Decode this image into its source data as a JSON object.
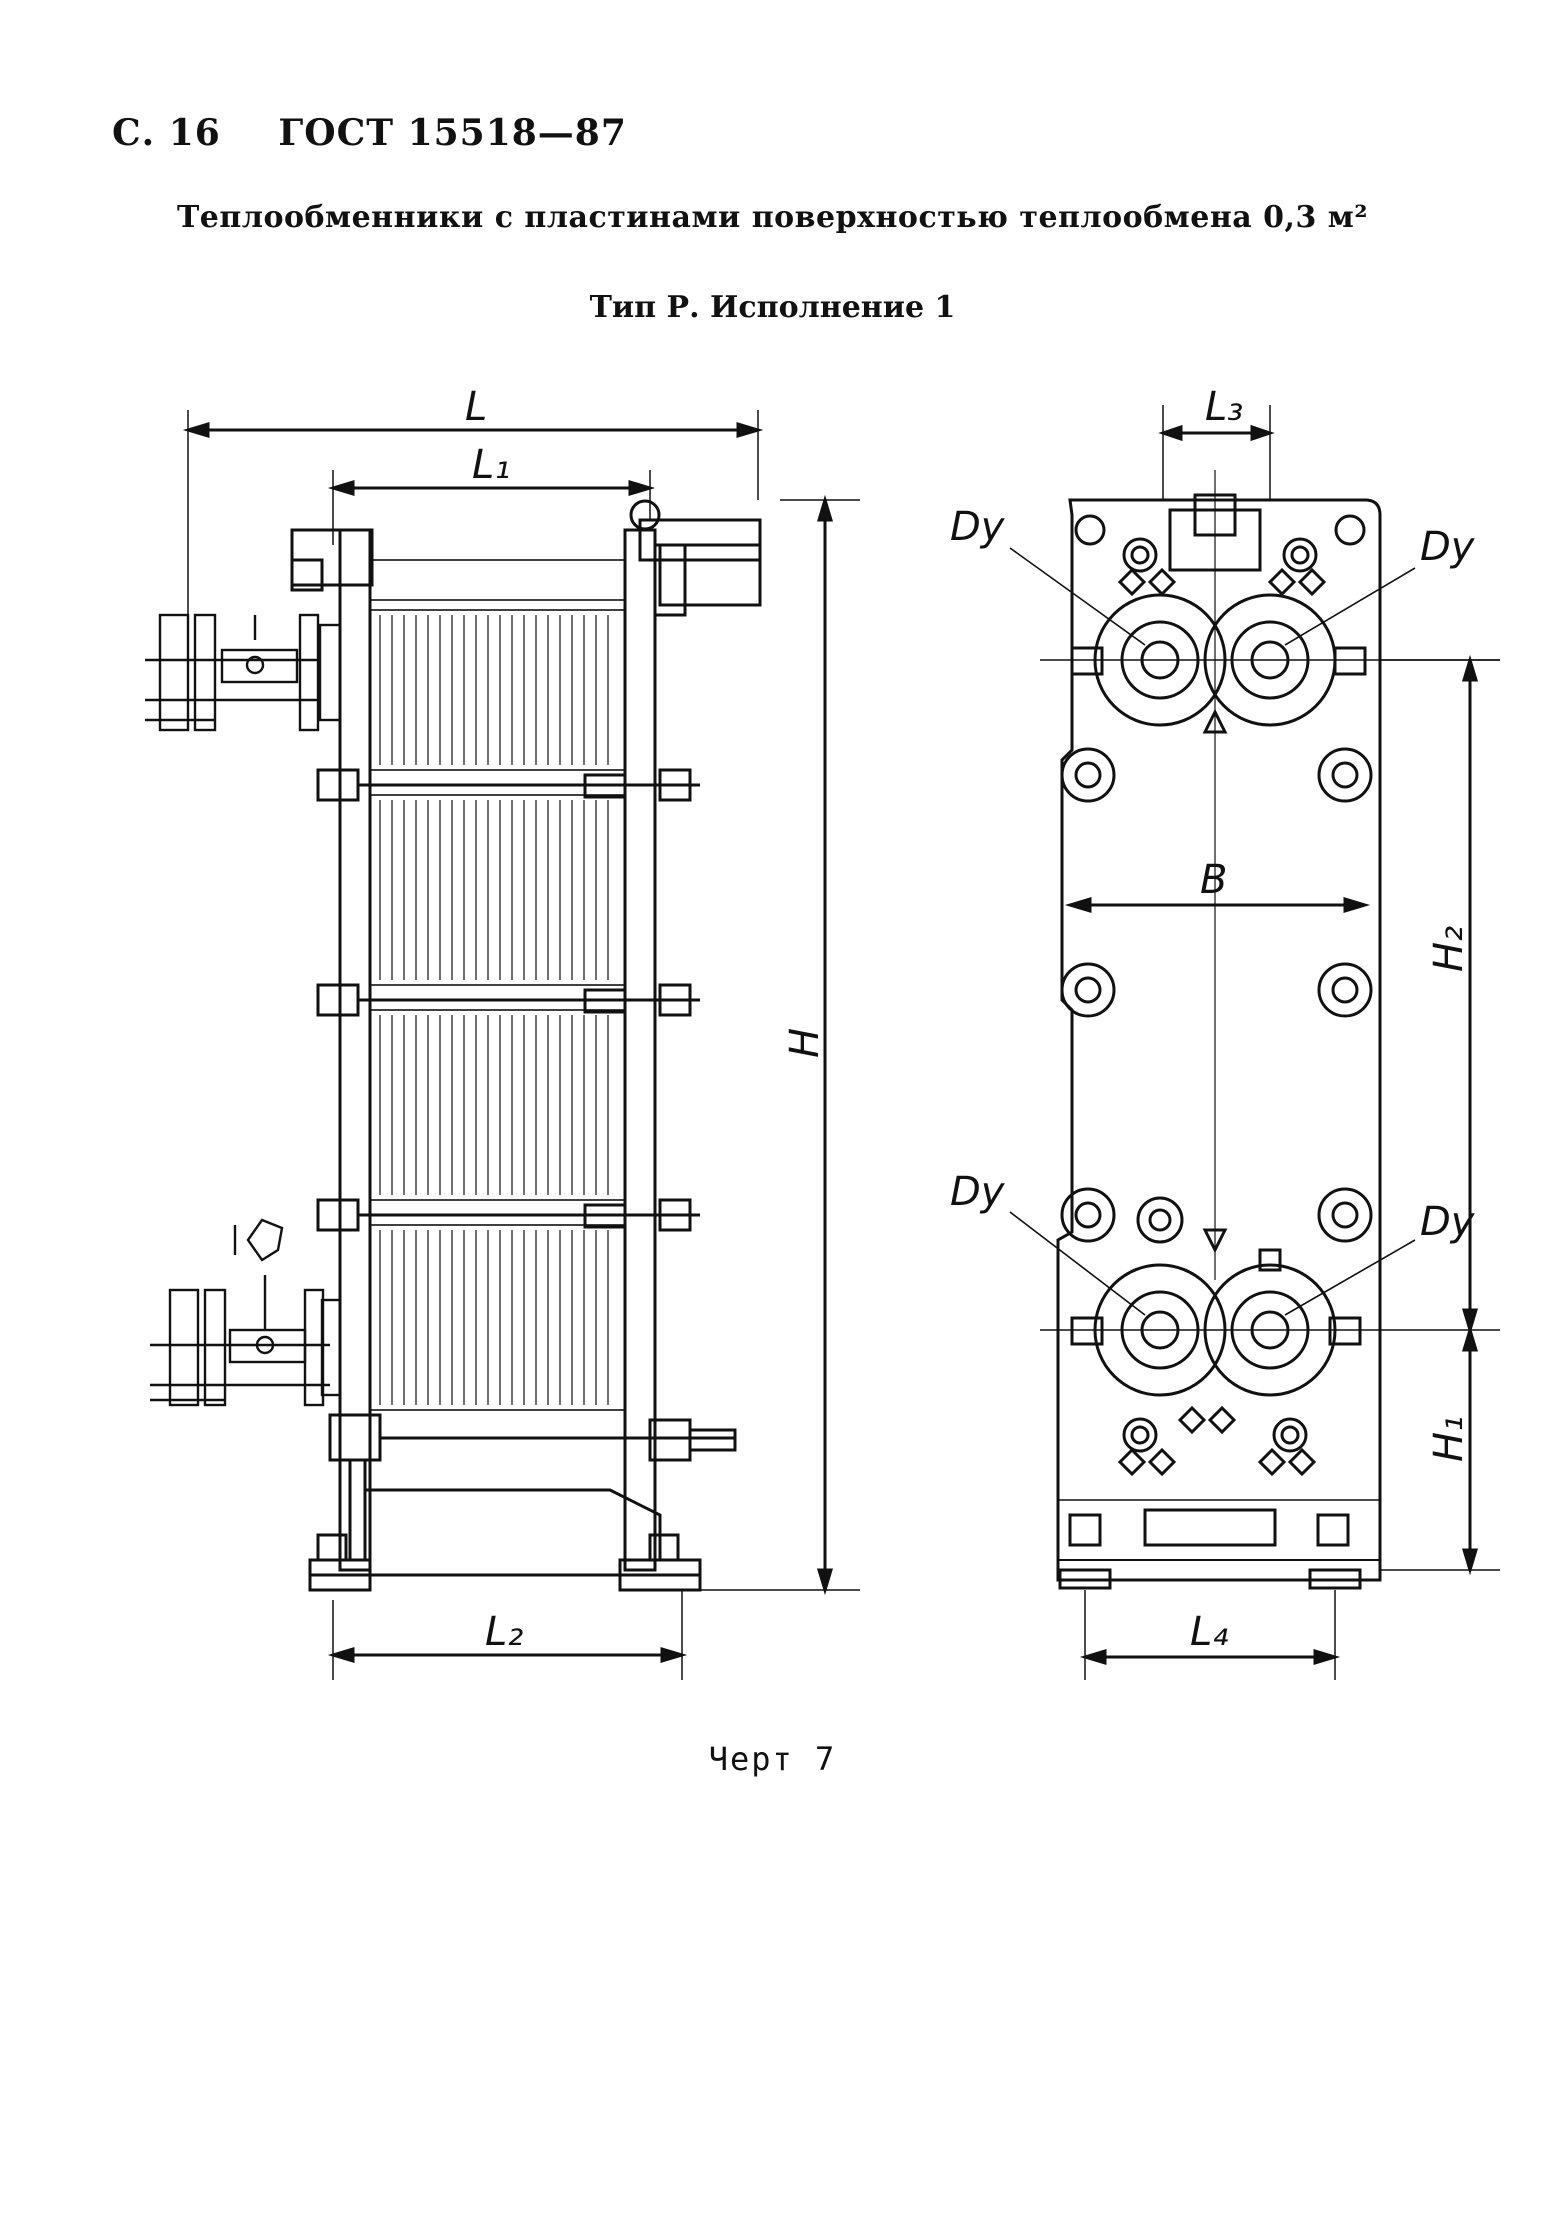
{
  "header": {
    "page": "С. 16",
    "standard": "ГОСТ 15518—87"
  },
  "title": "Теплообменники с пластинами поверхностью теплообмена 0,3 м²",
  "subtitle": "Тип Р. Исполнение 1",
  "caption": "Черт 7",
  "dimensions": {
    "L": "L",
    "L1": "L₁",
    "L2": "L₂",
    "L3": "L₃",
    "L4": "L₄",
    "H": "H",
    "H1": "H₁",
    "H2": "H₂",
    "B": "B",
    "Dy": "Dу"
  }
}
